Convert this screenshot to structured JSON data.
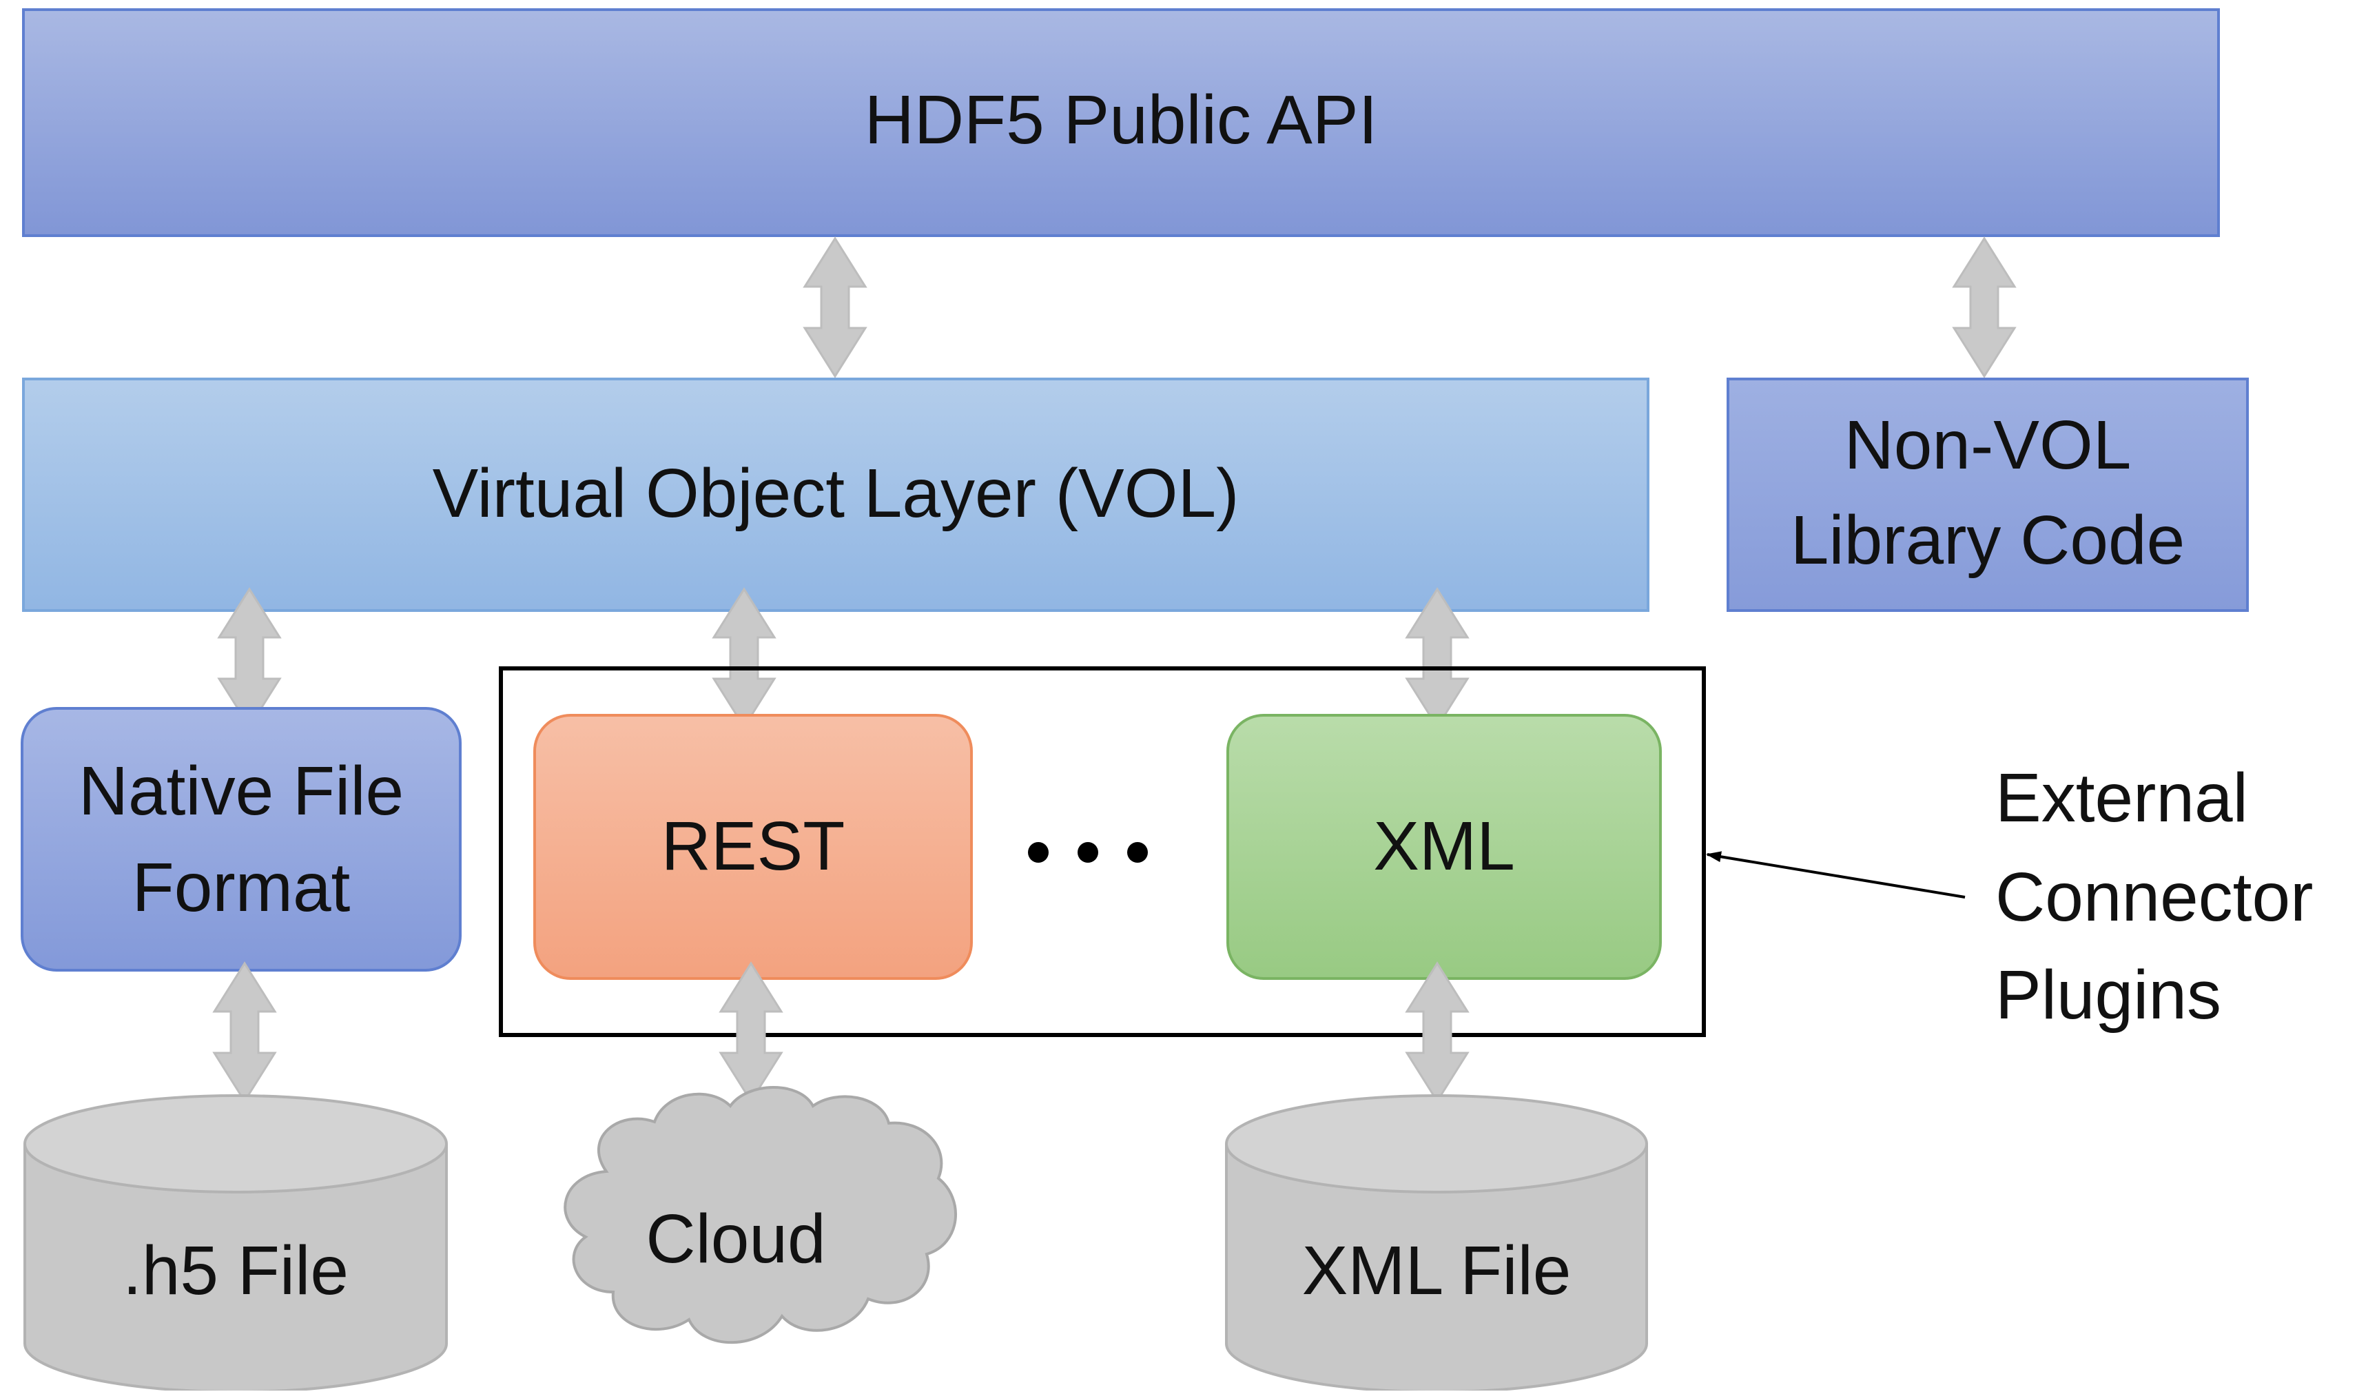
{
  "diagram": {
    "public_api": {
      "label": "HDF5 Public API"
    },
    "vol": {
      "label": "Virtual Object Layer (VOL)"
    },
    "non_vol": {
      "line1": "Non-VOL",
      "line2": "Library Code"
    },
    "native": {
      "line1": "Native File",
      "line2": "Format"
    },
    "rest": {
      "label": "REST"
    },
    "ellipsis": {
      "label": "• • •"
    },
    "xml": {
      "label": "XML"
    },
    "h5_file": {
      "label": ".h5 File"
    },
    "cloud": {
      "label": "Cloud"
    },
    "xml_file": {
      "label": "XML File"
    },
    "plugins_caption": {
      "line1": "External",
      "line2": "Connector",
      "line3": "Plugins"
    }
  },
  "colors": {
    "api_top": "#a9b8e3",
    "api_bottom": "#8196d6",
    "vol_top": "#b3cdeb",
    "vol_bottom": "#91b6e3",
    "nonvol_top": "#9eb0e2",
    "nonvol_bottom": "#869bd9",
    "native_top": "#a7b7e5",
    "native_bottom": "#8399d9",
    "rest_top": "#f7bfa6",
    "rest_bottom": "#f3a27f",
    "xml_top": "#b9dcaa",
    "xml_bottom": "#98ca83",
    "storage_gray": "#c8c8c8",
    "arrow_gray": "#c9c9c9"
  }
}
